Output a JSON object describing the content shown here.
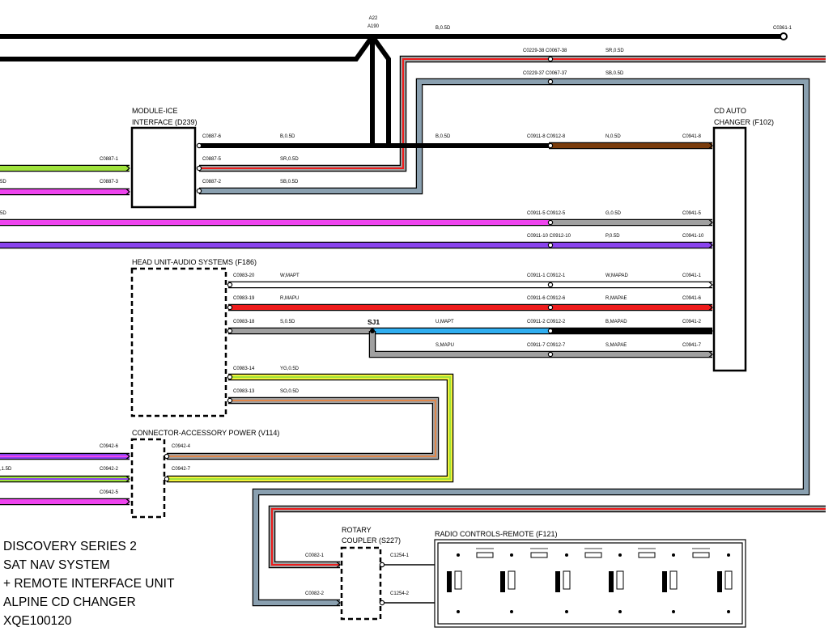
{
  "colors": {
    "black": "#000000",
    "brown": "#7a3c0c",
    "grey": "#a0a0a0",
    "pink": "#ee44ee",
    "purple": "#8a44ee",
    "red": "#ee1c1c",
    "blue": "#30aef0",
    "green": "#9fe23c",
    "yellow": "#f2f23c",
    "orange": "#e0864a",
    "slate": "#8aa0b0",
    "white": "#ffffff"
  },
  "splice_top": {
    "l1": "A22",
    "l2": "A190"
  },
  "labels": {
    "top_wire": "B,0.5D",
    "top_end": "C0361-1",
    "sr_conn": "C0229-38 C0067-38",
    "sr_wire": "SR,0.5D",
    "sb_conn": "C0229-37 C0067-37",
    "sb_wire": "SB,0.5D",
    "mod_pin6": "C0887-6",
    "mod_pin5": "C0887-5",
    "mod_pin2": "C0887-2",
    "mod_w6": "B,0.5D",
    "mod_w5": "SR,0.5D",
    "mod_w2": "SB,0.5D",
    "mod_left1": "C0887-1",
    "mod_left3": "C0887-3",
    "left_cut1": "5D",
    "left_cut2": "5D",
    "b2": "B,0.5D",
    "c1": "C0911-8 C0912-8",
    "w1": "N,0.5D",
    "e1": "C0941-8",
    "c2": "C0911-5 C0912-5",
    "w2": "G,0.5D",
    "e2": "C0941-5",
    "c3": "C0911-10 C0912-10",
    "w3": "P,0.5D",
    "e3": "C0941-10",
    "h1": "C0983-20",
    "hw1": "W,MAPT",
    "c4": "C0911-1 C0912-1",
    "w4": "W,MAPAD",
    "e4": "C0941-1",
    "h2": "C0983-19",
    "hw2": "R,MAPU",
    "c5": "C0911-6 C0912-6",
    "w5": "R,MAPAE",
    "e5": "C0941-6",
    "h3": "C0983-18",
    "hw3": "S,0.5D",
    "sj1": "SJ1",
    "uw": "U,MAPT",
    "c6": "C0911-2 C0912-2",
    "w6": "B,MAPAD",
    "e6": "C0941-2",
    "smapu": "S,MAPU",
    "c7": "C0911-7 C0912-7",
    "w7": "S,MAPAE",
    "e7": "C0941-7",
    "h4": "C0983-14",
    "hw4": "YG,0.5D",
    "h5": "C0983-13",
    "hw5": "SO,0.5D",
    "acc_l6": "C0942-6",
    "acc_l2": "C0942-2",
    "acc_l5": "C0942-5",
    "acc_r4": "C0942-4",
    "acc_r7": "C0942-7",
    "acc_cut": ",1.5D",
    "rc1": "C0082-1",
    "rc2": "C0082-2",
    "rr1": "C1254-1",
    "rr2": "C1254-2"
  },
  "components": {
    "module": {
      "l1": "MODULE-ICE",
      "l2": "INTERFACE (D239)"
    },
    "cd": {
      "l1": "CD AUTO",
      "l2": "CHANGER (F102)"
    },
    "head": "HEAD UNIT-AUDIO SYSTEMS (F186)",
    "acc": "CONNECTOR-ACCESSORY POWER (V114)",
    "rotary": {
      "l1": "ROTARY",
      "l2": "COUPLER (S227)"
    },
    "radio": "RADIO CONTROLS-REMOTE (F121)"
  },
  "caption": [
    "DISCOVERY SERIES 2",
    "SAT NAV SYSTEM",
    "+ REMOTE INTERFACE UNIT",
    "ALPINE CD CHANGER",
    "XQE100120"
  ]
}
